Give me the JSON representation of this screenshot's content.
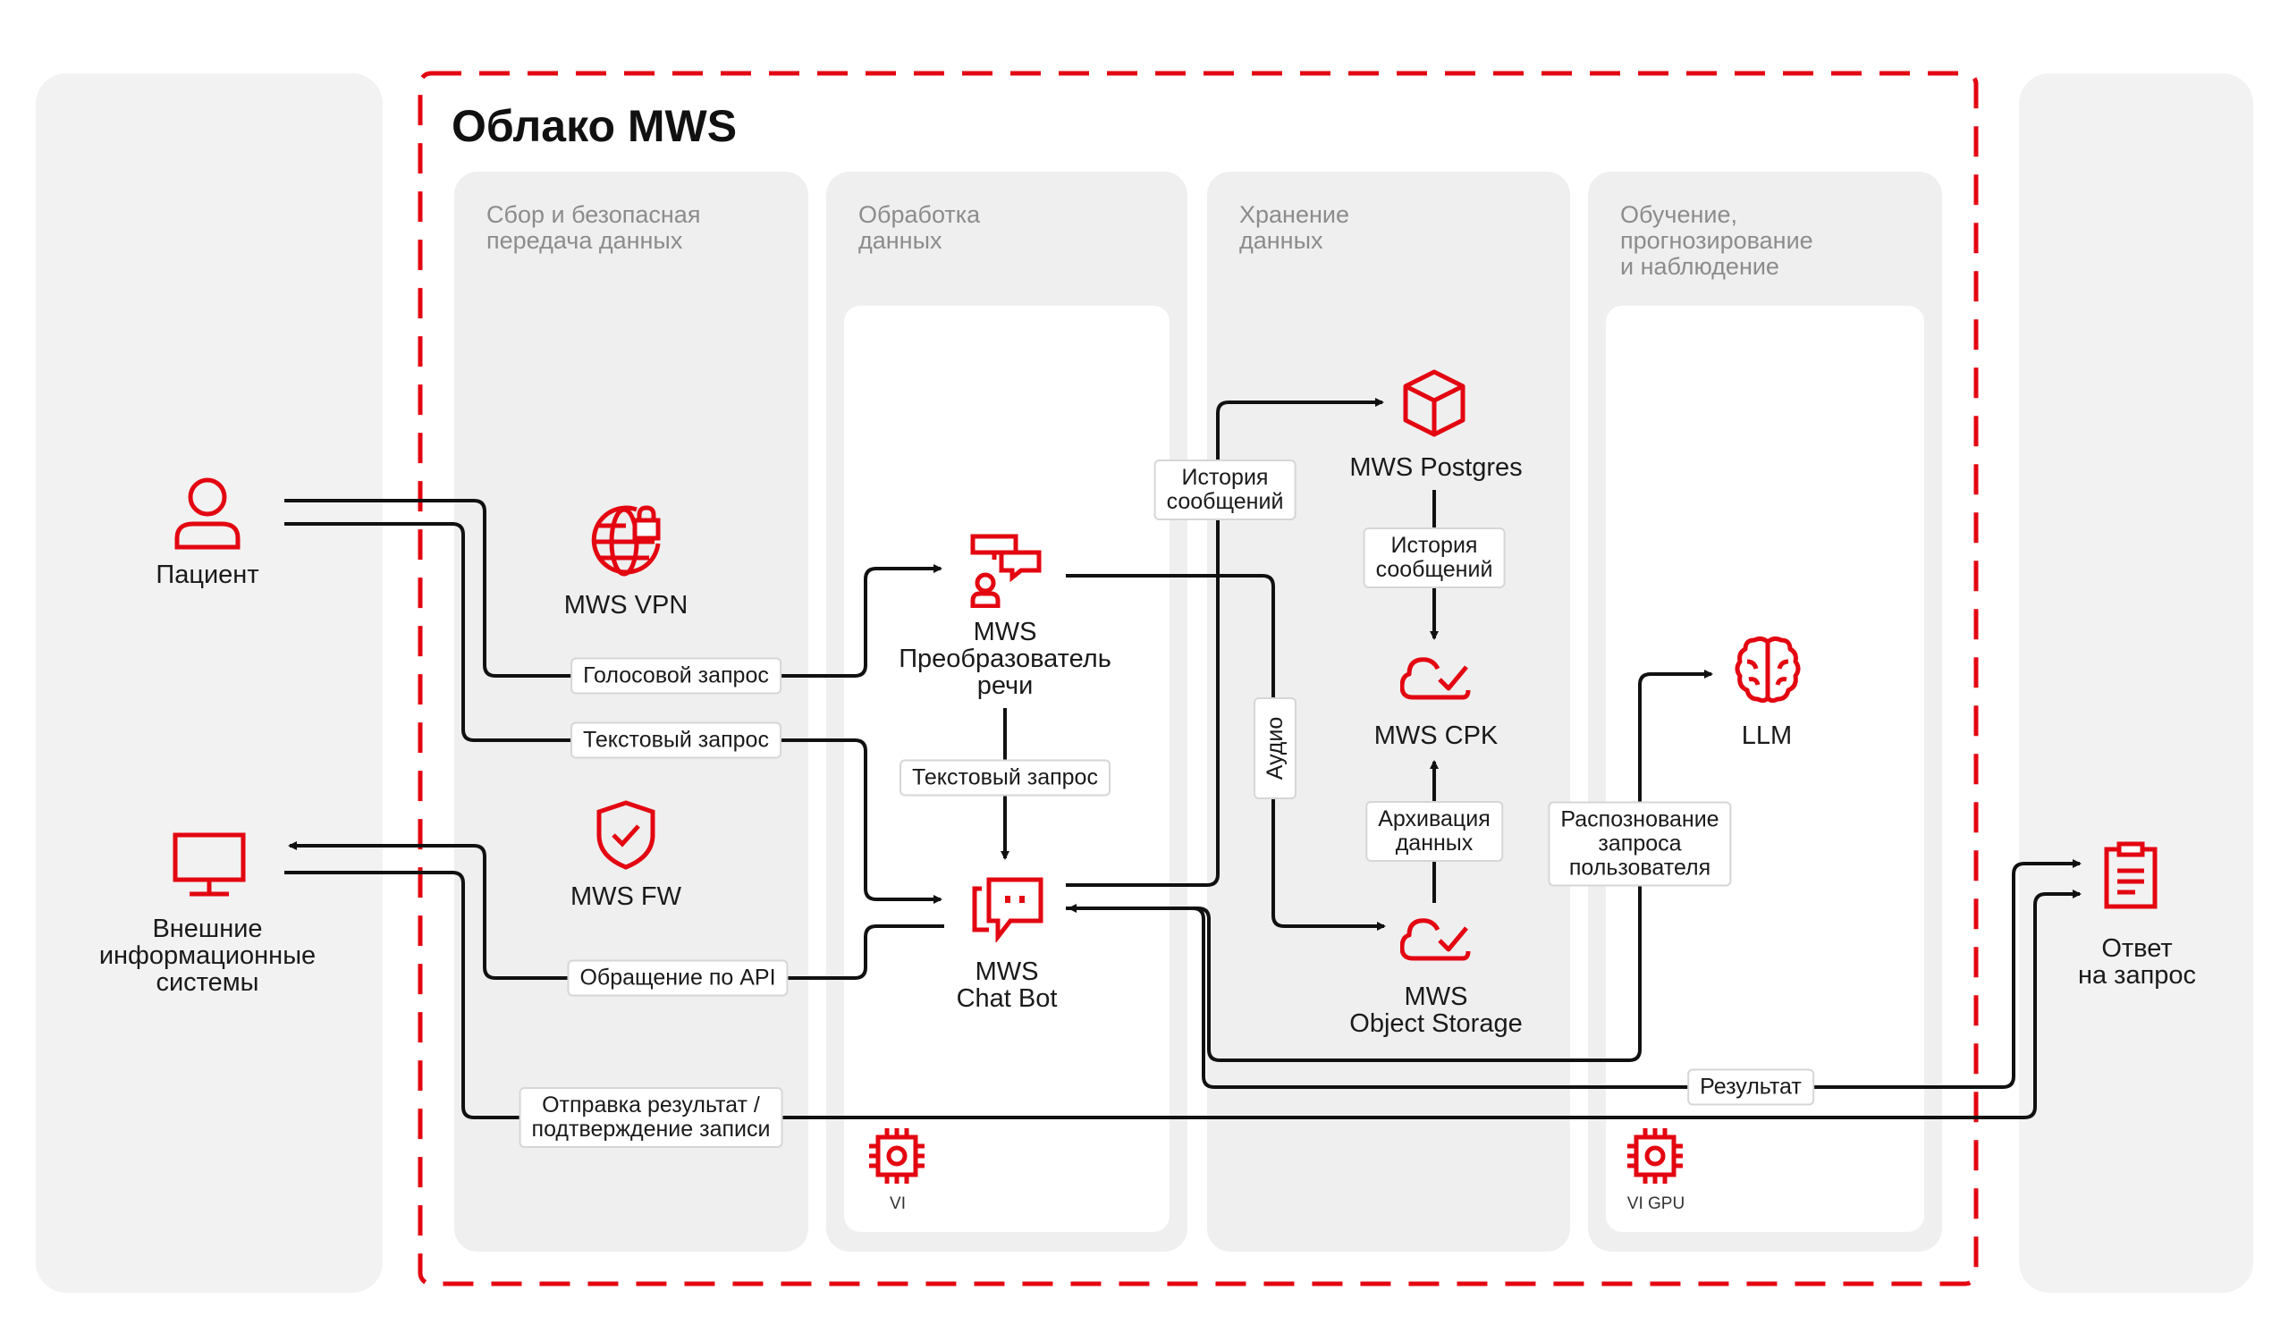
{
  "cloud": {
    "title": "Облако MWS",
    "accent_color": "#e30611"
  },
  "columns": [
    {
      "title": "Сбор и безопасная\nпередача данных"
    },
    {
      "title": "Обработка\nданных"
    },
    {
      "title": "Хранение\nданных"
    },
    {
      "title": "Обучение,\nпрогнозирование\nи наблюдение"
    }
  ],
  "nodes": {
    "patient": "Пациент",
    "external": "Внешние\nинформационные\nсистемы",
    "vpn": "MWS VPN",
    "fw": "MWS FW",
    "speech": "MWS\nПреобразователь\nречи",
    "chatbot": "MWS\nChat Bot",
    "postgres": "MWS Postgres",
    "crk": "MWS CPK",
    "storage": "MWS\nObject Storage",
    "llm": "LLM",
    "answer": "Ответ\nна запрос"
  },
  "chips": {
    "voice": "Голосовой запрос",
    "text_in": "Текстовый запрос",
    "text_mid": "Текстовый запрос",
    "api": "Обращение по API",
    "send": "Отправка результат /\nподтверждение записи",
    "history1": "История\nсообщений",
    "history2": "История\nсообщений",
    "audio": "Аудио",
    "archive": "Архивация\nданных",
    "recognize": "Распознование\nзапроса\nпользователя",
    "result": "Результат"
  },
  "chips_labels": {
    "vi": "VI",
    "vi_gpu": "VI GPU"
  },
  "icons": [
    "person-icon",
    "monitor-icon",
    "globe-lock-icon",
    "shield-check-icon",
    "speech-converter-icon",
    "chat-bot-icon",
    "cube-icon",
    "cloud-check-icon",
    "brain-icon",
    "clipboard-icon",
    "chip-icon"
  ]
}
